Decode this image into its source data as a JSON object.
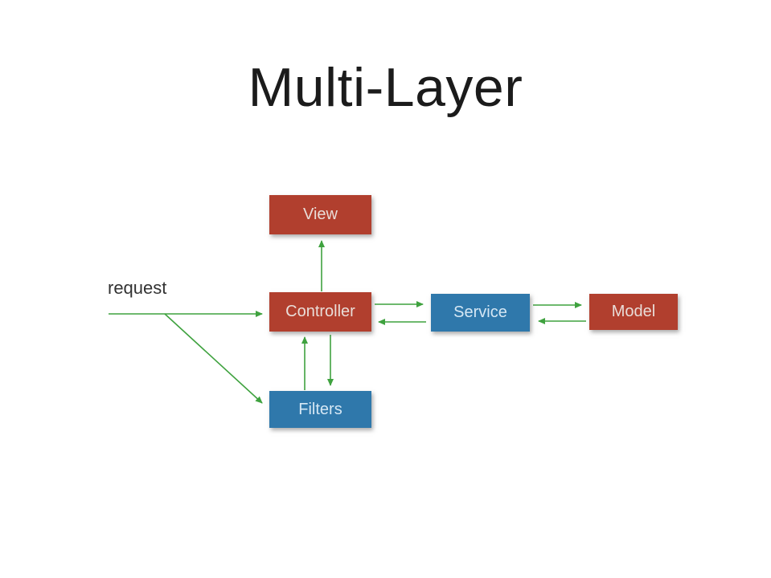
{
  "slide": {
    "title": "Multi-Layer"
  },
  "labels": {
    "request": "request"
  },
  "colors": {
    "red_box": "#b13f2e",
    "blue_box": "#2f78ab",
    "arrow_green": "#3fa23f",
    "title_text": "#1b1b1b",
    "request_text": "#333333",
    "red_box_text": "#e9ddd8",
    "blue_box_text": "#d5e7f4",
    "slide_bg": "#ffffff"
  },
  "diagram": {
    "nodes": [
      {
        "id": "view",
        "label": "View",
        "color": "red"
      },
      {
        "id": "controller",
        "label": "Controller",
        "color": "red"
      },
      {
        "id": "service",
        "label": "Service",
        "color": "blue"
      },
      {
        "id": "model",
        "label": "Model",
        "color": "red"
      },
      {
        "id": "filters",
        "label": "Filters",
        "color": "blue"
      }
    ],
    "edges": [
      {
        "from": "request",
        "to": "controller",
        "direction": "right"
      },
      {
        "from": "request-branch",
        "to": "filters",
        "direction": "down-right"
      },
      {
        "from": "controller",
        "to": "view",
        "direction": "up"
      },
      {
        "from": "controller",
        "to": "service",
        "direction": "right"
      },
      {
        "from": "service",
        "to": "controller",
        "direction": "left"
      },
      {
        "from": "service",
        "to": "model",
        "direction": "right"
      },
      {
        "from": "model",
        "to": "service",
        "direction": "left"
      },
      {
        "from": "filters",
        "to": "controller",
        "direction": "up"
      },
      {
        "from": "controller",
        "to": "filters",
        "direction": "down"
      }
    ]
  }
}
